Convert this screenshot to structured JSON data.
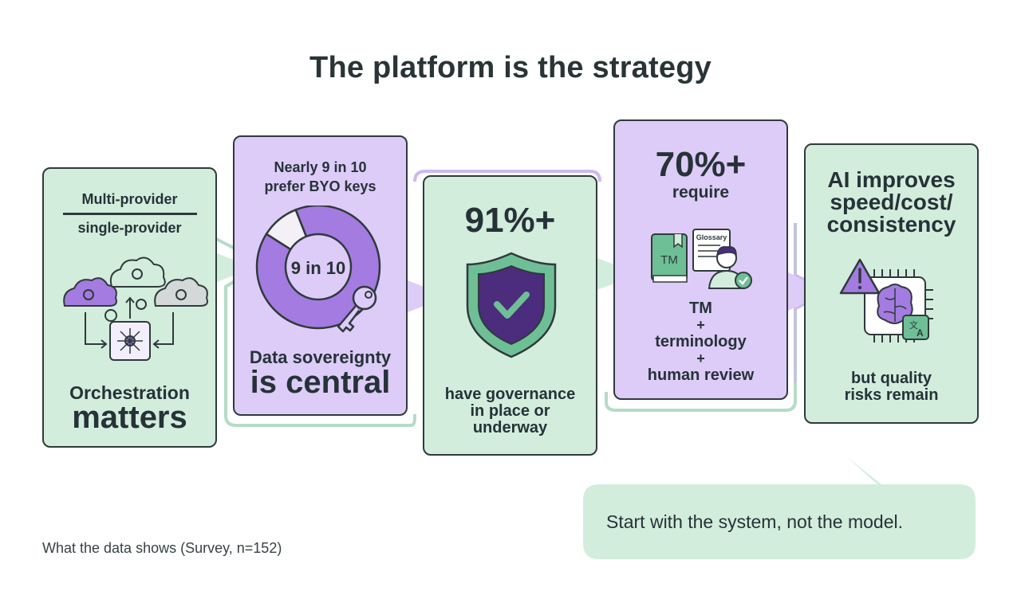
{
  "title": "The platform is the strategy",
  "cards": {
    "orchestration": {
      "fraction_numerator": "Multi-provider",
      "fraction_denominator": "single-provider",
      "caption_small": "Orchestration",
      "caption_big": "matters",
      "icon": "cloud-orchestration-icon"
    },
    "sovereignty": {
      "header_line1": "Nearly 9 in 10",
      "header_line2": "prefer BYO keys",
      "donut_label": "9 in 10",
      "donut_fraction": 0.9,
      "caption_small": "Data sovereignty",
      "caption_big": "is central",
      "icon": "key-icon"
    },
    "governance": {
      "stat": "91%+",
      "caption_line1": "have governance",
      "caption_line2": "in place or",
      "caption_line3": "underway",
      "icon": "shield-check-icon"
    },
    "requirements": {
      "stat": "70%+",
      "stat_sub": "require",
      "tm_badge": "TM",
      "glossary_label": "Glossary",
      "item1": "TM",
      "plus1": "+",
      "item2": "terminology",
      "plus2": "+",
      "item3": "human review",
      "icon": "glossary-reviewer-icon"
    },
    "ai_quality": {
      "head_line1": "AI improves",
      "head_line2": "speed/cost/",
      "head_line3": "consistency",
      "caption_line1": "but quality",
      "caption_line2": "risks remain",
      "icon": "ai-chip-warning-icon"
    }
  },
  "callout": "Start with the system, not the model.",
  "footnote": "What the data shows (Survey, n=152)",
  "colors": {
    "green_fill": "#d3eddd",
    "purple_fill": "#ddccf7",
    "purple_accent": "#a47be0",
    "dark_purple": "#4b2c7d",
    "outline": "#2f3a3c",
    "connector_green": "#b4dcc6",
    "connector_purple": "#cdb8f2"
  }
}
